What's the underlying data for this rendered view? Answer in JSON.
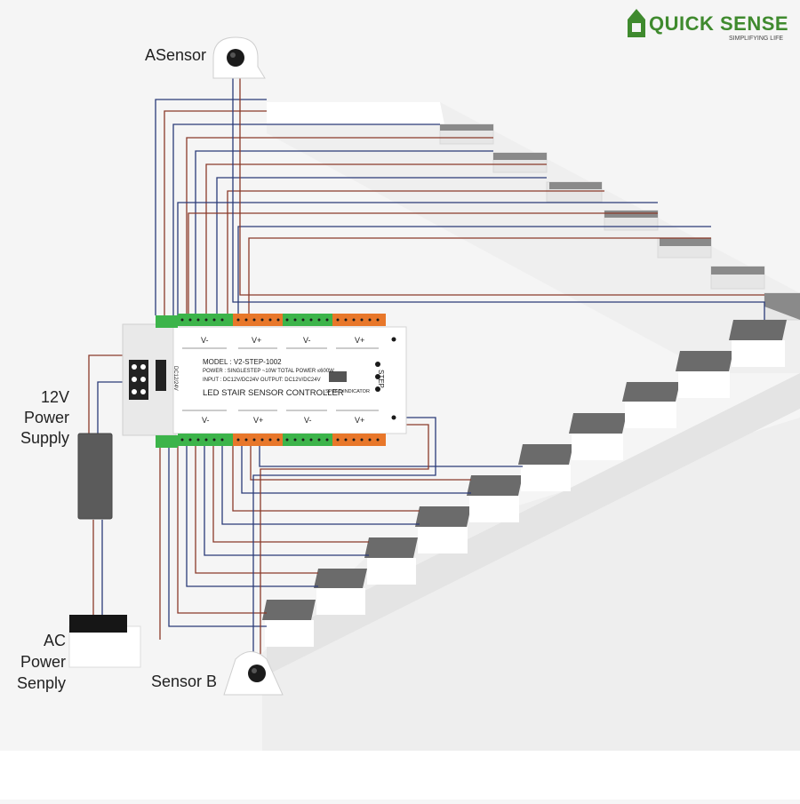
{
  "brand": {
    "name": "QUICK SENSE",
    "tagline": "SIMPLIFYING LIFE"
  },
  "labels": {
    "sensor_a": "ASensor",
    "sensor_b": "Sensor B",
    "power_supply_line1": "12V",
    "power_supply_line2": "Power",
    "power_supply_line3": "Supply",
    "ac_line1": "AC",
    "ac_line2": "Power",
    "ac_line3": "Senply"
  },
  "controller": {
    "model": "MODEL : V2-STEP-1002",
    "power": "POWER : SINGLESTEP ~10W TOTAL POWER ≤600W",
    "io": "INPUT : DC12V/DC24V  OUTPUT: DC12V/DC24V",
    "title": "LED STAIR SENSOR CONTROLLER",
    "speed": "SPEED INDICATOR",
    "step": "STEP",
    "top_groups": [
      "V-",
      "V+",
      "V-",
      "V+"
    ],
    "bottom_groups": [
      "V-",
      "V+",
      "V-",
      "V+"
    ],
    "side": "DC12/24V"
  },
  "colors": {
    "brand": "#3f8a2e",
    "terminal_green": "#3cb44a",
    "terminal_orange": "#e8772a",
    "step_dark": "#6b6b6b"
  }
}
